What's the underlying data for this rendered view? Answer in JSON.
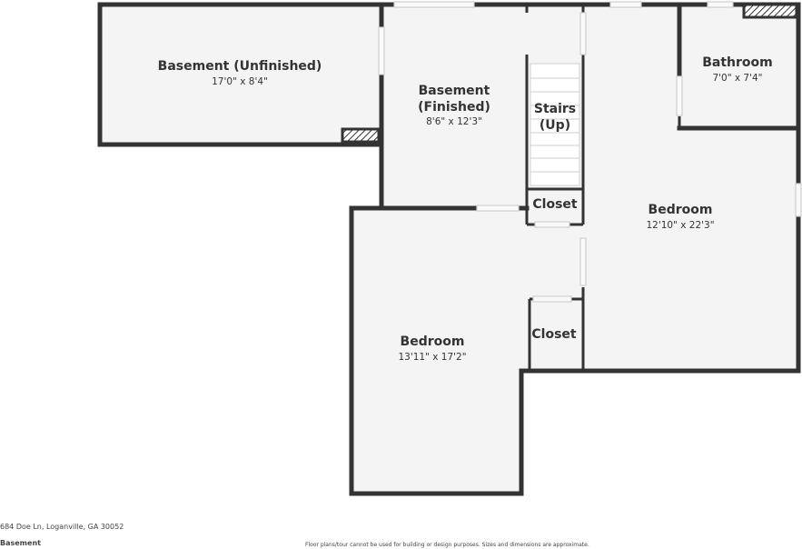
{
  "rooms": {
    "basement_unfinished": {
      "name": "Basement (Unfinished)",
      "dims": "17'0\" x 8'4\""
    },
    "basement_finished": {
      "name_line1": "Basement",
      "name_line2": "(Finished)",
      "dims": "8'6\" x 12'3\""
    },
    "stairs": {
      "name_line1": "Stairs",
      "name_line2": "(Up)"
    },
    "bathroom": {
      "name": "Bathroom",
      "dims": "7'0\" x 7'4\""
    },
    "bedroom_right": {
      "name": "Bedroom",
      "dims": "12'10\" x 22'3\""
    },
    "closet_upper": {
      "name": "Closet"
    },
    "closet_lower": {
      "name": "Closet"
    },
    "bedroom_left": {
      "name": "Bedroom",
      "dims": "13'11\" x 17'2\""
    }
  },
  "footer": {
    "address": "684 Doe Ln, Loganville, GA 30052",
    "level": "Basement",
    "disclaimer": "Floor plans/tour cannot be used for building or design purposes. Sizes and dimensions are approximate."
  },
  "colors": {
    "wall": "#333333",
    "floor": "#f4f4f4",
    "background": "#ffffff"
  }
}
